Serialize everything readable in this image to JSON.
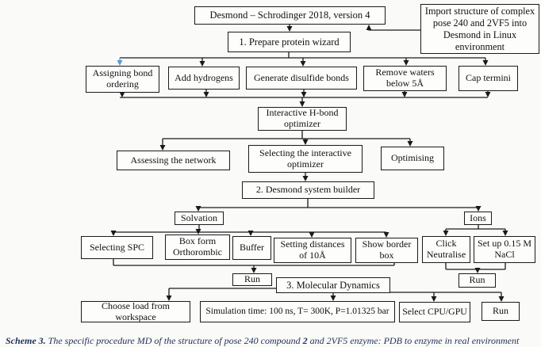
{
  "nodes": {
    "desmond": {
      "label": "Desmond – Schrodinger 2018, version 4"
    },
    "import_structure": {
      "label": "Import structure of complex pose 240 and 2VF5 into Desmond in Linux environment"
    },
    "prepare_wizard": {
      "label": "1. Prepare protein wizard"
    },
    "assign_bond": {
      "label": "Assigning bond ordering"
    },
    "add_hydrogens": {
      "label": "Add hydrogens"
    },
    "gen_disulfide": {
      "label": "Generate disulfide bonds"
    },
    "remove_waters": {
      "label": "Remove waters below 5Å"
    },
    "cap_termini": {
      "label": "Cap termini"
    },
    "hbond_optimizer": {
      "label": "Interactive H-bond optimizer"
    },
    "assess_network": {
      "label": "Assessing the network"
    },
    "select_optimizer": {
      "label": "Selecting the interactive optimizer"
    },
    "optimising": {
      "label": "Optimising"
    },
    "system_builder": {
      "label": "2. Desmond system builder"
    },
    "solvation": {
      "label": "Solvation"
    },
    "ions": {
      "label": "Ions"
    },
    "select_spc": {
      "label": "Selecting SPC"
    },
    "box_form": {
      "label": "Box form Orthorombic"
    },
    "buffer": {
      "label": "Buffer"
    },
    "set_distances": {
      "label": "Setting distances of 10Å"
    },
    "show_border": {
      "label": "Show border box"
    },
    "click_neutralise": {
      "label": "Click Neutralise"
    },
    "setup_nacl": {
      "label": "Set up 0.15 M NaCl"
    },
    "run_solvation": {
      "label": "Run"
    },
    "molecular_dynamics": {
      "label": "3. Molecular Dynamics"
    },
    "run_ions": {
      "label": "Run"
    },
    "choose_load": {
      "label": "Choose load from workspace"
    },
    "sim_params": {
      "label": "Simulation time: 100 ns, T= 300K, P=1.01325 bar"
    },
    "select_cpu_gpu": {
      "label": "Select CPU/GPU"
    },
    "run_md": {
      "label": "Run"
    }
  },
  "caption": {
    "label_bold": "Scheme 3.",
    "text_a": " The specific procedure MD of the structure of pose 240 compound ",
    "compound_bold": "2",
    "text_b": " and 2VF5 enzyme: PDB to enzyme in real environment"
  },
  "colors": {
    "box_border": "#1a1a1a",
    "connector": "#1a1a1a",
    "highlight_arrow": "#5b9bd5",
    "caption_text": "#1f3156"
  }
}
